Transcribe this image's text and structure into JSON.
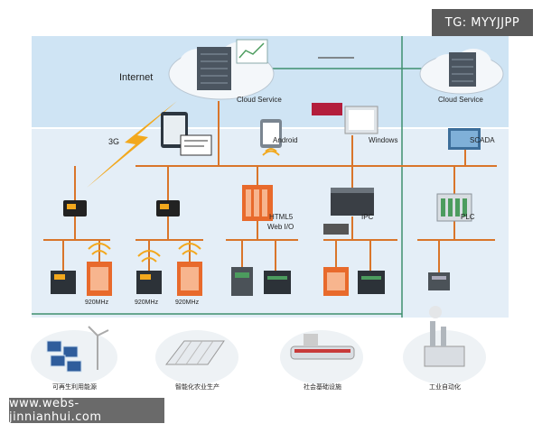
{
  "watermarks": {
    "top_right": "TG: MYYJJPP",
    "bottom_left": "www.webs-jinnianhui.com"
  },
  "labels": {
    "internet": "Internet",
    "cloud_left": "Cloud Service",
    "cloud_right": "Cloud Service",
    "g3": "3G",
    "android": "Android",
    "windows": "Windows",
    "scada": "SCADA",
    "html5": "HTML5",
    "web_io": "Web I/O",
    "ipc": "IPC",
    "plc": "PLC",
    "mhz_1": "920MHz",
    "mhz_2": "920MHz",
    "mhz_3": "920MHz"
  },
  "sectors": {
    "renewable": "可再生利用能源",
    "agriculture": "智能化农业生产",
    "infrastructure": "社会基础设施",
    "automation": "工业自动化"
  },
  "colors": {
    "sky": "#cfe4f4",
    "lower": "#e4eef7",
    "bus": "#d9752a",
    "link": "#3f8f6e",
    "bolt": "#f2a81d"
  }
}
